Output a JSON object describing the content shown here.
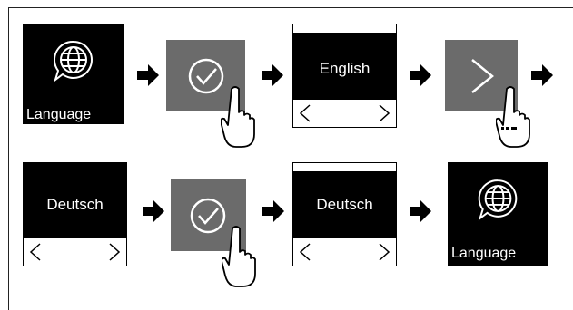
{
  "row1": {
    "language_tile_label": "Language",
    "english_screen_label": "English"
  },
  "row2": {
    "deutsch_screen_label_1": "Deutsch",
    "deutsch_screen_label_2": "Deutsch",
    "language_tile_label": "Language"
  },
  "icons": {
    "globe": "globe-speech-icon",
    "check": "check-circle-icon",
    "next": "chevron-right-icon",
    "hand": "hand-pointer-icon",
    "arrow": "arrow-right-icon"
  },
  "colors": {
    "panel": "#000000",
    "button": "#6b6b6b",
    "arrow": "#000000",
    "text": "#ffffff"
  }
}
